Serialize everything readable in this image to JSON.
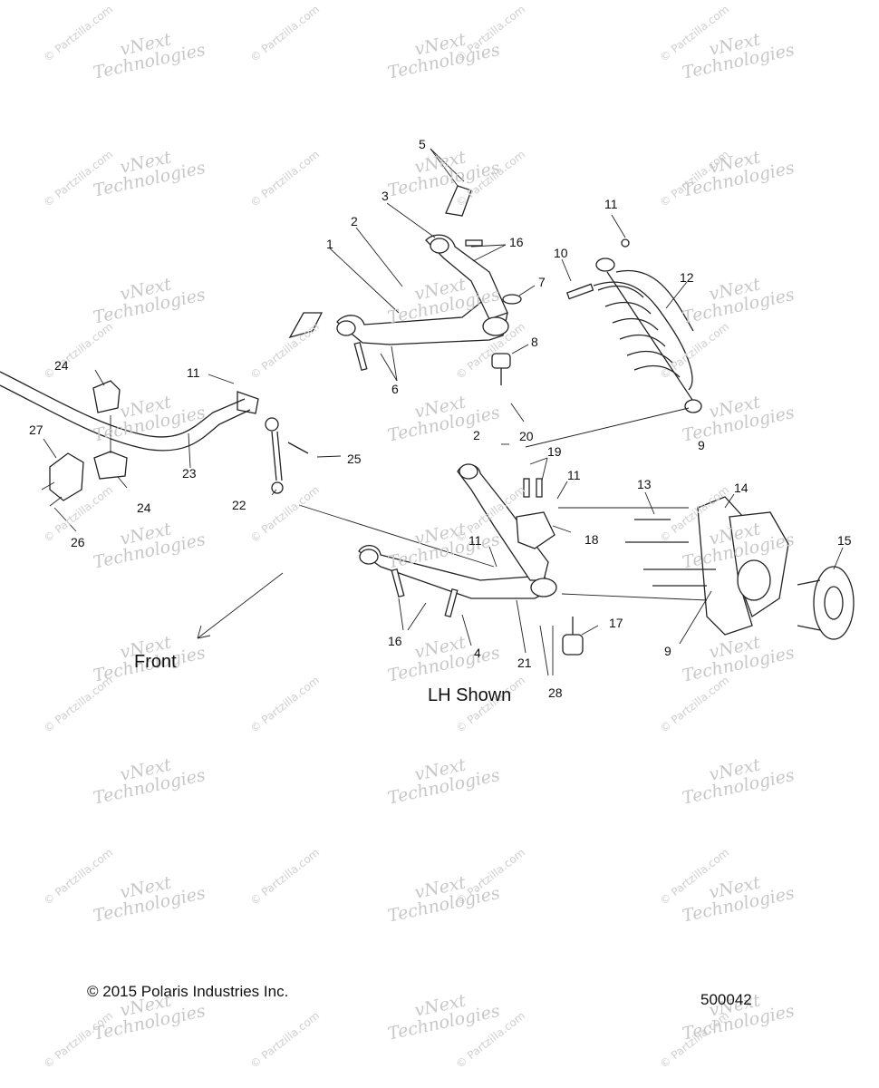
{
  "watermarks": {
    "site": "© Partzilla.com",
    "brand_top": "vNext",
    "brand_bottom": "Technologies"
  },
  "labels": {
    "front": "Front",
    "lh_shown": "LH Shown",
    "copyright": "© 2015 Polaris Industries Inc.",
    "diagram_number": "500042"
  },
  "callouts": [
    {
      "id": "c1",
      "text": "1"
    },
    {
      "id": "c2a",
      "text": "2"
    },
    {
      "id": "c3",
      "text": "3"
    },
    {
      "id": "c4",
      "text": "4"
    },
    {
      "id": "c5",
      "text": "5"
    },
    {
      "id": "c6",
      "text": "6"
    },
    {
      "id": "c7",
      "text": "7"
    },
    {
      "id": "c8",
      "text": "8"
    },
    {
      "id": "c9a",
      "text": "9"
    },
    {
      "id": "c9b",
      "text": "9"
    },
    {
      "id": "c10",
      "text": "10"
    },
    {
      "id": "c11a",
      "text": "11"
    },
    {
      "id": "c11b",
      "text": "11"
    },
    {
      "id": "c11c",
      "text": "11"
    },
    {
      "id": "c11d",
      "text": "11"
    },
    {
      "id": "c12",
      "text": "12"
    },
    {
      "id": "c13",
      "text": "13"
    },
    {
      "id": "c14",
      "text": "14"
    },
    {
      "id": "c15",
      "text": "15"
    },
    {
      "id": "c16a",
      "text": "16"
    },
    {
      "id": "c16b",
      "text": "16"
    },
    {
      "id": "c17",
      "text": "17"
    },
    {
      "id": "c18",
      "text": "18"
    },
    {
      "id": "c19",
      "text": "19"
    },
    {
      "id": "c20",
      "text": "20"
    },
    {
      "id": "c2b",
      "text": "2"
    },
    {
      "id": "c21",
      "text": "21"
    },
    {
      "id": "c22",
      "text": "22"
    },
    {
      "id": "c23",
      "text": "23"
    },
    {
      "id": "c24a",
      "text": "24"
    },
    {
      "id": "c24b",
      "text": "24"
    },
    {
      "id": "c25",
      "text": "25"
    },
    {
      "id": "c26",
      "text": "26"
    },
    {
      "id": "c27",
      "text": "27"
    },
    {
      "id": "c28",
      "text": "28"
    }
  ]
}
